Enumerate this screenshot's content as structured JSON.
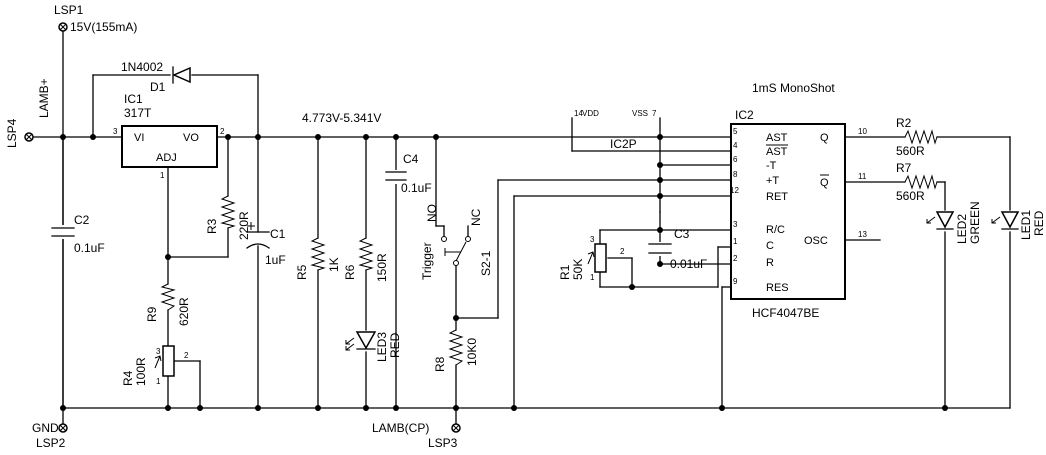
{
  "test_points": {
    "lsp1": {
      "name": "LSP1",
      "value": "15V(155mA)"
    },
    "lsp2": {
      "name": "LSP2",
      "net": "GND"
    },
    "lsp3": {
      "name": "LSP3",
      "net": "LAMB(CP)"
    },
    "lsp4": {
      "name": "LSP4",
      "net": "LAMB+"
    }
  },
  "ic1": {
    "ref": "IC1",
    "part": "317T",
    "pin_vi": "VI",
    "pin_vo": "VO",
    "pin_adj": "ADJ",
    "pin3": "3",
    "pin2": "2",
    "pin1": "1"
  },
  "d1": {
    "part": "1N4002",
    "ref": "D1"
  },
  "supply_range": "4.773V-5.341V",
  "c1": {
    "ref": "C1",
    "value": "1uF"
  },
  "c2": {
    "ref": "C2",
    "value": "0.1uF"
  },
  "c3": {
    "ref": "C3",
    "value": "0.01uF"
  },
  "c4": {
    "ref": "C4",
    "value": "0.1uF"
  },
  "r1": {
    "ref": "R1",
    "value": "50K",
    "p1": "1",
    "p2": "2",
    "p3": "3"
  },
  "r2": {
    "ref": "R2",
    "value": "560R"
  },
  "r3": {
    "ref": "R3",
    "value": "220R"
  },
  "r4": {
    "ref": "R4",
    "value": "100R",
    "p1": "1",
    "p2": "2",
    "p3": "3"
  },
  "r5": {
    "ref": "R5",
    "value": "1K"
  },
  "r6": {
    "ref": "R6",
    "value": "150R"
  },
  "r7": {
    "ref": "R7",
    "value": "560R"
  },
  "r8": {
    "ref": "R8",
    "value": "10K0"
  },
  "r9": {
    "ref": "R9",
    "value": "620R"
  },
  "led1": {
    "ref": "LED1",
    "color": "RED"
  },
  "led2": {
    "ref": "LED2",
    "color": "GREEN"
  },
  "led3": {
    "ref": "LED3",
    "color": "RED"
  },
  "s2": {
    "ref": "S2-1",
    "no": "NO",
    "nc": "NC",
    "label": "Trigger"
  },
  "ic2": {
    "ref": "IC2",
    "part": "HCF4047BE",
    "title": "1mS MonoShot",
    "power_ref": "IC2P",
    "vdd": "VDD",
    "vdd_pin": "14",
    "vss": "VSS",
    "vss_pin": "7",
    "pins_left": [
      {
        "num": "5",
        "name": "AST"
      },
      {
        "num": "4",
        "name": "AST"
      },
      {
        "num": "6",
        "name": "-T"
      },
      {
        "num": "8",
        "name": "+T"
      },
      {
        "num": "12",
        "name": "RET"
      },
      {
        "num": "3",
        "name": "R/C"
      },
      {
        "num": "1",
        "name": "C"
      },
      {
        "num": "2",
        "name": "R"
      },
      {
        "num": "9",
        "name": "RES"
      }
    ],
    "pins_right": [
      {
        "num": "10",
        "name": "Q"
      },
      {
        "num": "11",
        "name": "Q"
      },
      {
        "num": "13",
        "name": "OSC"
      }
    ]
  }
}
